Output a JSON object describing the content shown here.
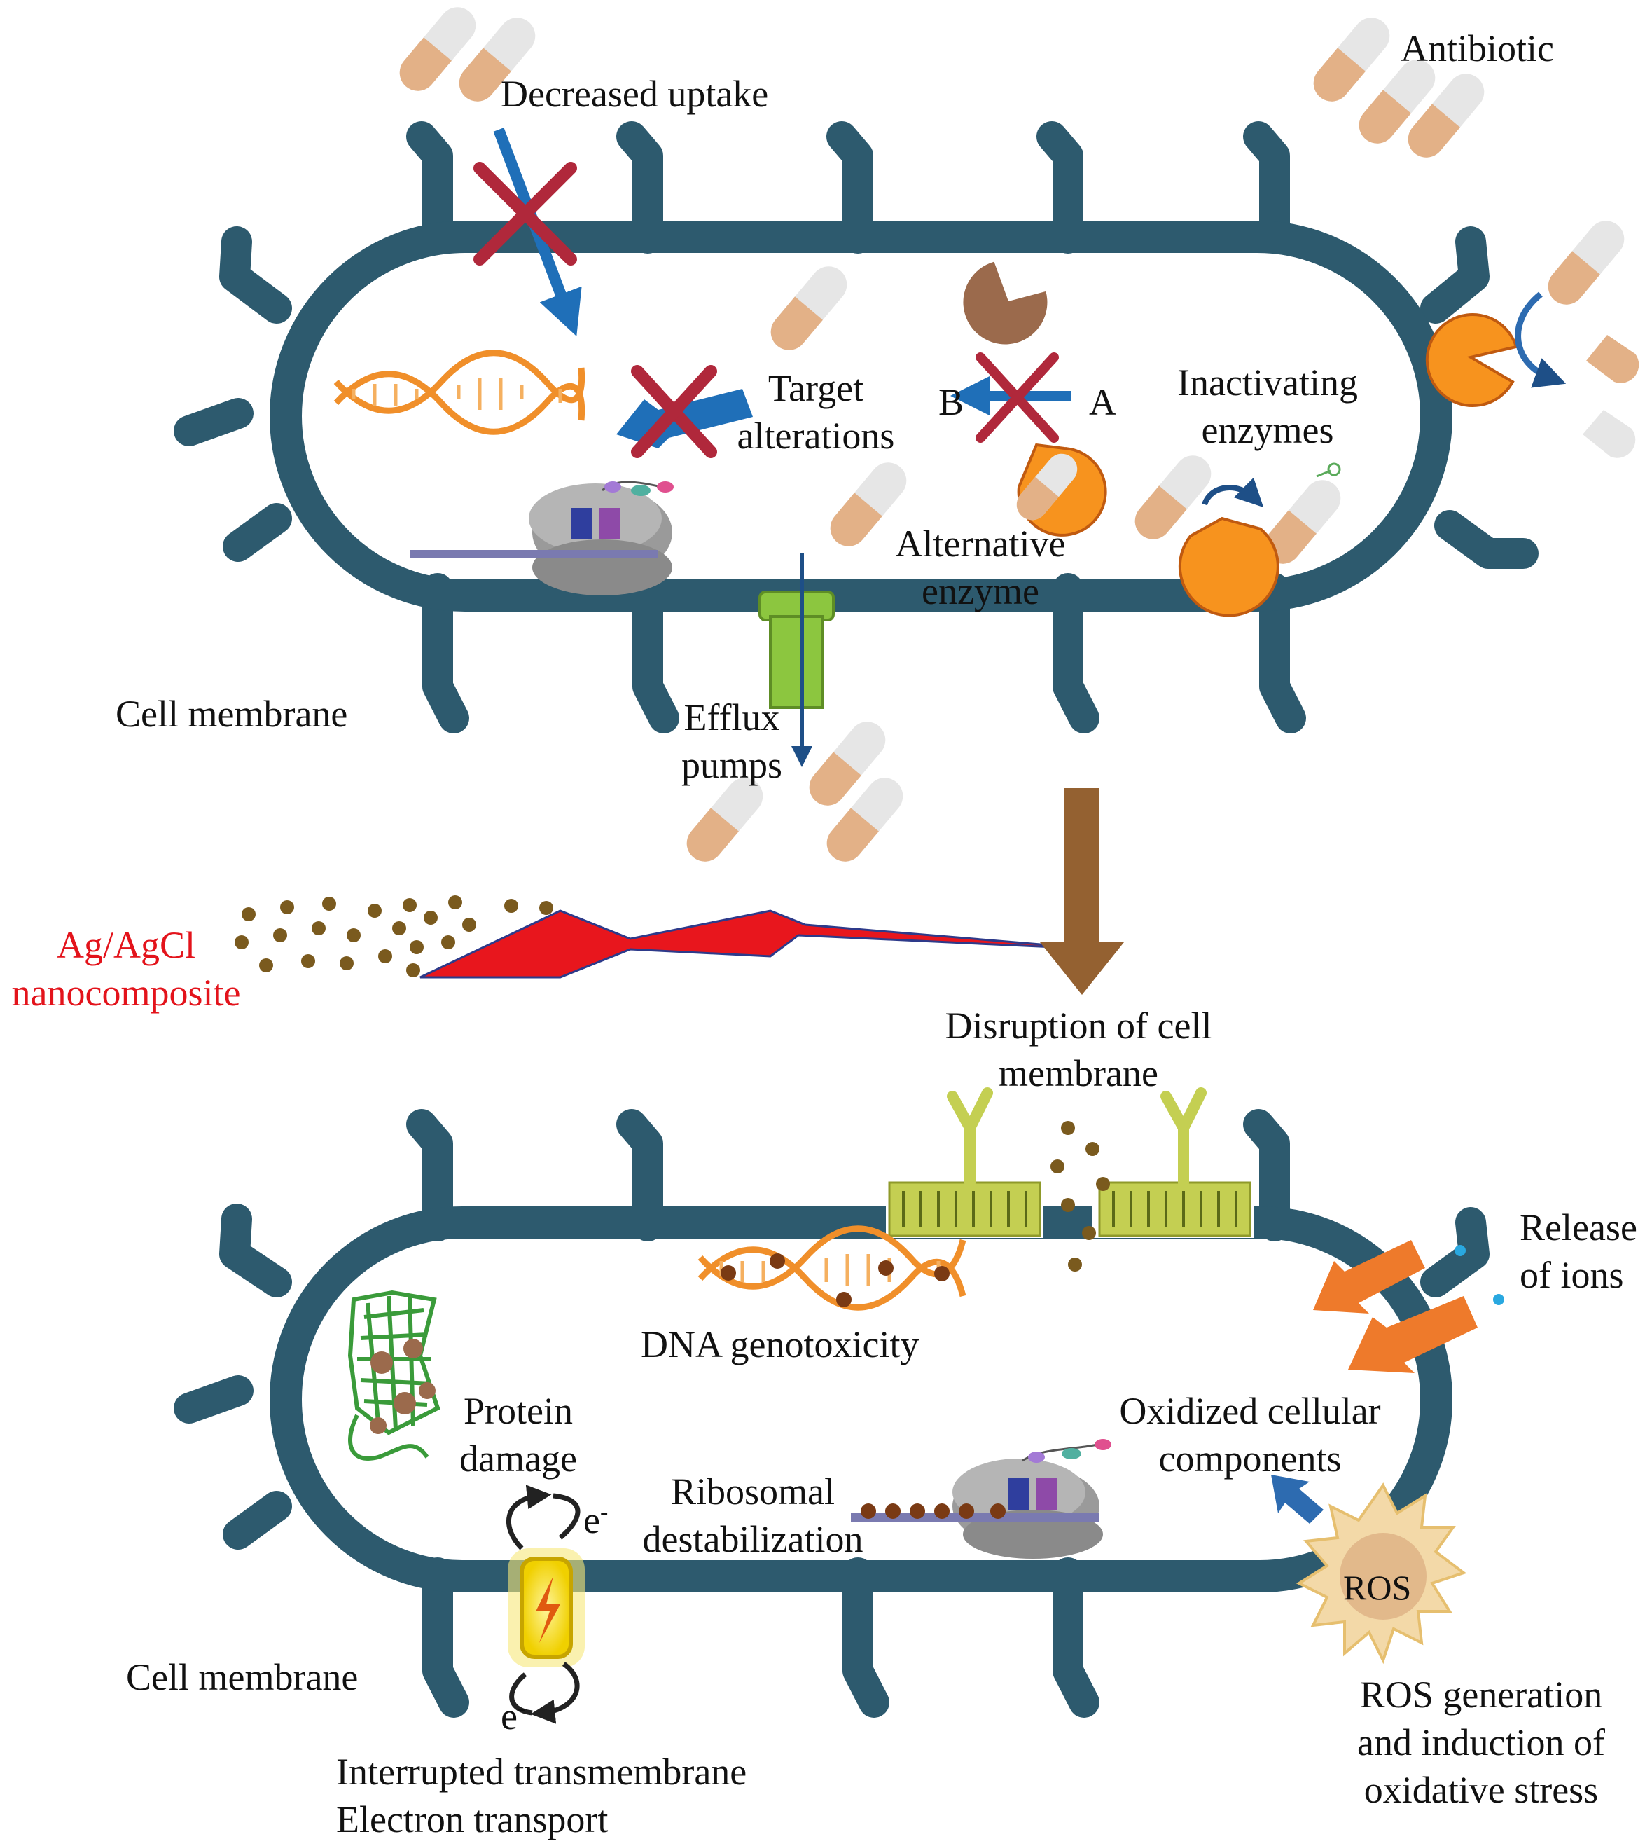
{
  "colors": {
    "membrane": "#2d5a6e",
    "capsule_tan": "#e3b187",
    "capsule_white": "#e6e6e6",
    "arrow_blue": "#1f6fb8",
    "cross_red": "#b0283b",
    "dna_orange": "#f08f2a",
    "enzyme_orange": "#f7931e",
    "nanoparticle": "#7a5a1e",
    "lightning_red": "#e8161d",
    "brown_arrow": "#946131",
    "ion_arrow": "#ee7a2b",
    "ros_fill": "#f3d9a8",
    "pump_green": "#8cc63f",
    "lipid_green": "#c4cf52",
    "protein_green": "#3a9b3a"
  },
  "top_cell": {
    "labels": {
      "antibiotic": "Antibiotic",
      "decreased_uptake": "Decreased uptake",
      "target_alterations": [
        "Target",
        "alterations"
      ],
      "label_b": "B",
      "label_a": "A",
      "inactivating_enzymes": [
        "Inactivating",
        "enzymes"
      ],
      "alternative_enzyme": [
        "Alternative",
        "enzyme"
      ],
      "cell_membrane": "Cell membrane",
      "efflux_pumps": [
        "Efflux",
        "pumps"
      ]
    }
  },
  "nanocomposite": {
    "name": [
      "Ag/AgCl",
      "nanocomposite"
    ],
    "disruption": [
      "Disruption of cell",
      "membrane"
    ]
  },
  "bottom_cell": {
    "labels": {
      "release_of_ions": [
        "Release",
        "of ions"
      ],
      "dna_genotoxicity": "DNA genotoxicity",
      "protein_damage": [
        "Protein",
        "damage"
      ],
      "oxidized_components": [
        "Oxidized cellular",
        "components"
      ],
      "ribosomal_destabilization": [
        "Ribosomal",
        "destabilization"
      ],
      "electron": "e",
      "electron_sup": "-",
      "ros": "ROS",
      "cell_membrane": "Cell membrane",
      "ros_generation": [
        "ROS generation",
        "and induction of",
        "oxidative stress"
      ],
      "electron_transport": [
        "Interrupted transmembrane",
        "Electron transport"
      ]
    }
  }
}
